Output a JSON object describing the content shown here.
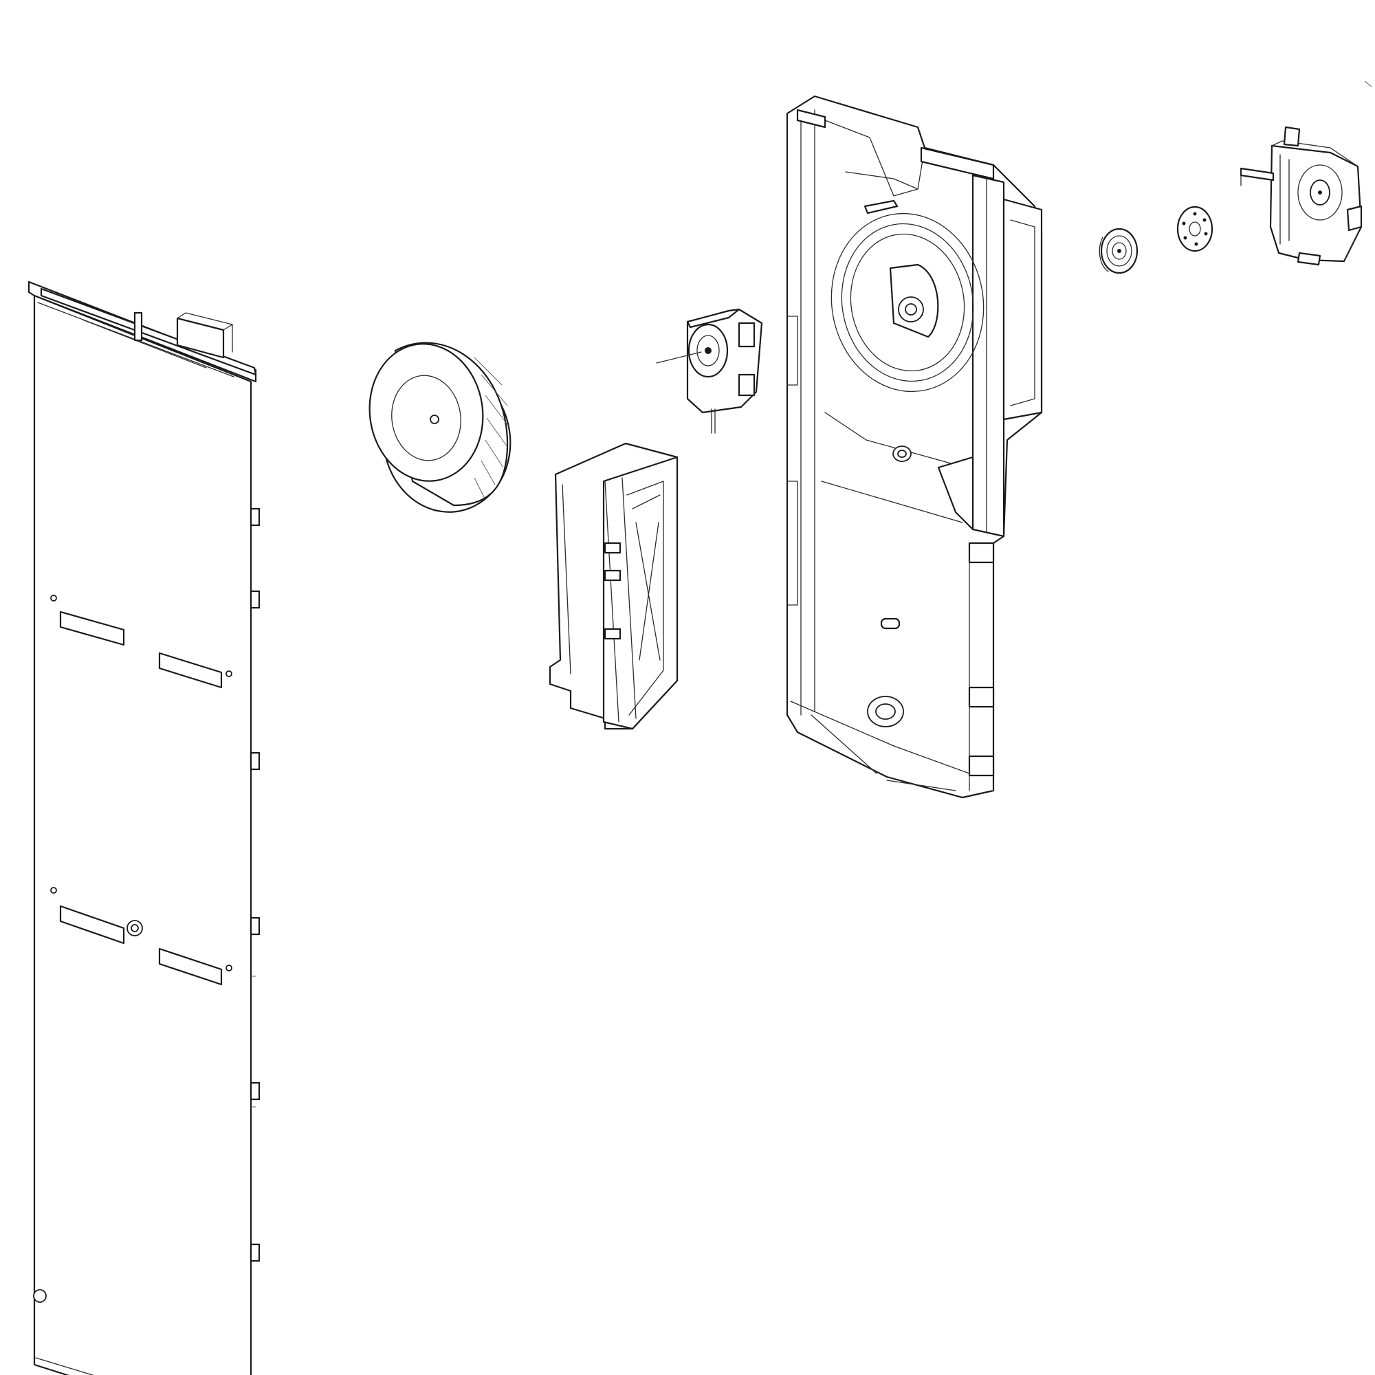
{
  "diagram": {
    "kind": "exploded-parts-view",
    "colors": {
      "line": "#1a1a1a",
      "background": "#ffffff"
    },
    "parts": [
      {
        "id": "rear-cover-panel"
      },
      {
        "id": "blower-fan-wheel"
      },
      {
        "id": "air-duct-channel"
      },
      {
        "id": "fan-motor"
      },
      {
        "id": "fan-housing"
      },
      {
        "id": "shaft-bushing"
      },
      {
        "id": "rubber-mount"
      },
      {
        "id": "damper-bracket"
      }
    ]
  }
}
